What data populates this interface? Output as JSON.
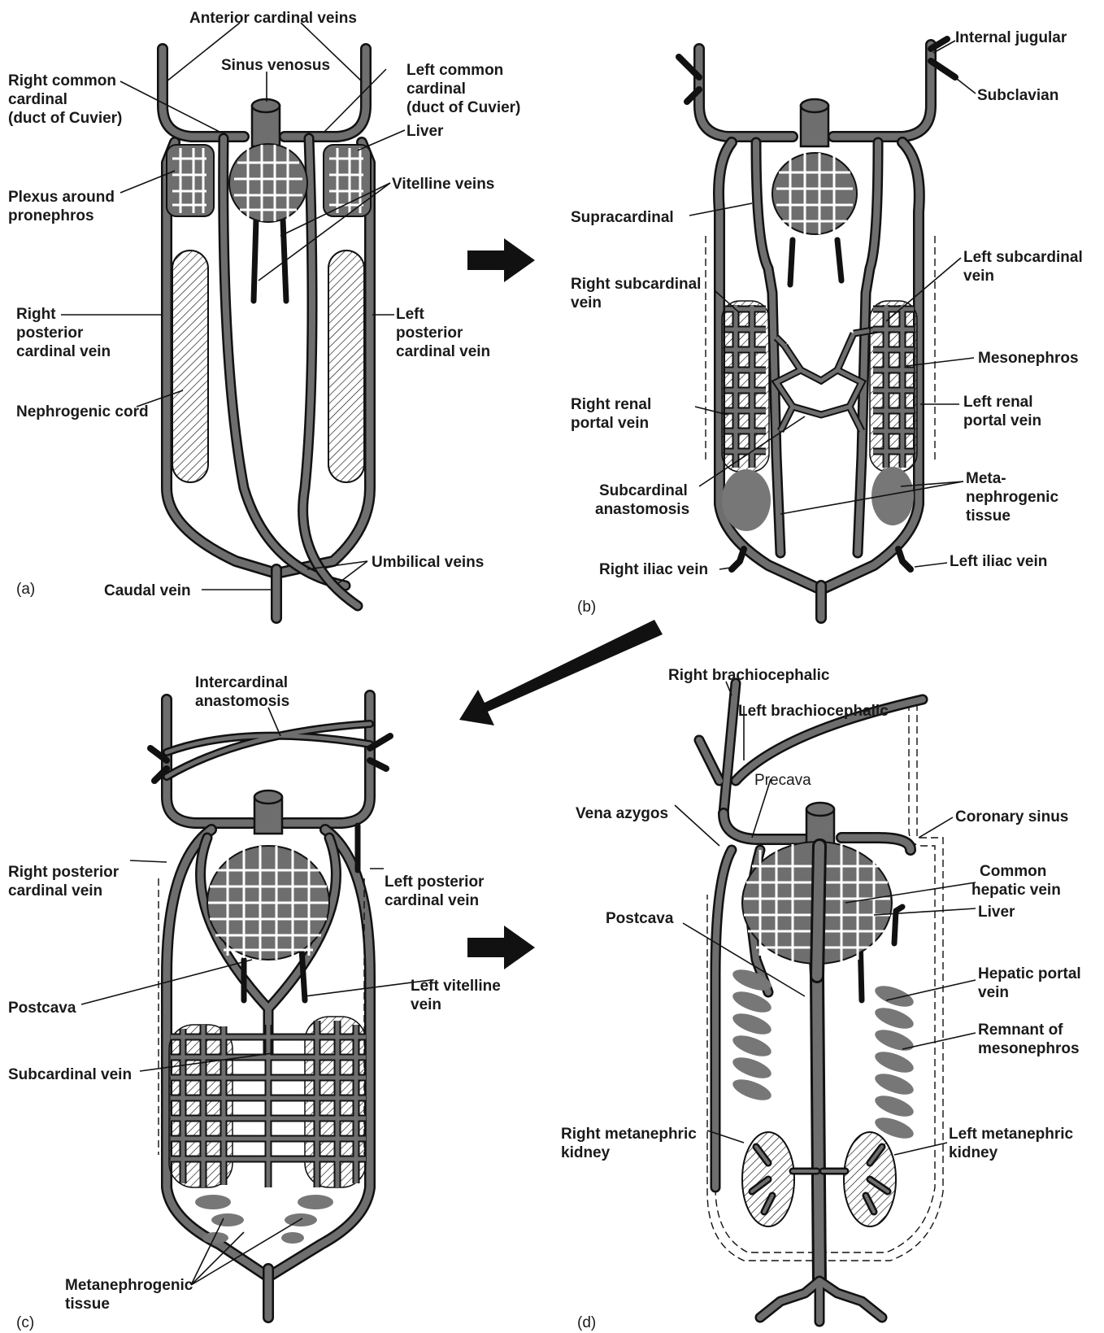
{
  "panels": {
    "a": {
      "tag": "(a)",
      "labels": {
        "anterior_cardinal": "Anterior cardinal veins",
        "sinus_venosus": "Sinus venosus",
        "right_common_1": "Right common",
        "right_common_2": "cardinal",
        "right_common_3": "(duct of Cuvier)",
        "left_common_1": "Left common",
        "left_common_2": "cardinal",
        "left_common_3": "(duct of Cuvier)",
        "liver": "Liver",
        "vitelline": "Vitelline veins",
        "plexus_1": "Plexus around",
        "plexus_2": "pronephros",
        "right_post_1": "Right",
        "right_post_2": "posterior",
        "right_post_3": "cardinal vein",
        "left_post_1": "Left",
        "left_post_2": "posterior",
        "left_post_3": "cardinal vein",
        "nephrogenic": "Nephrogenic cord",
        "umbilical": "Umbilical veins",
        "caudal": "Caudal vein"
      }
    },
    "b": {
      "tag": "(b)",
      "labels": {
        "internal_jugular": "Internal jugular",
        "subclavian": "Subclavian",
        "supracardinal": "Supracardinal",
        "left_subcardinal_1": "Left subcardinal",
        "left_subcardinal_2": "vein",
        "right_subcardinal_1": "Right subcardinal",
        "right_subcardinal_2": "vein",
        "mesonephros": "Mesonephros",
        "right_renal_1": "Right renal",
        "right_renal_2": "portal vein",
        "left_renal_1": "Left renal",
        "left_renal_2": "portal vein",
        "subcard_anast_1": "Subcardinal",
        "subcard_anast_2": "anastomosis",
        "meta_1": "Meta-",
        "meta_2": "nephrogenic",
        "meta_3": "tissue",
        "right_iliac": "Right iliac vein",
        "left_iliac": "Left iliac vein"
      }
    },
    "c": {
      "tag": "(c)",
      "labels": {
        "intercardinal_1": "Intercardinal",
        "intercardinal_2": "anastomosis",
        "right_post_1": "Right posterior",
        "right_post_2": "cardinal vein",
        "left_post_1": "Left posterior",
        "left_post_2": "cardinal vein",
        "left_vitelline_1": "Left vitelline",
        "left_vitelline_2": "vein",
        "postcava": "Postcava",
        "subcardinal": "Subcardinal vein",
        "metaneph_1": "Metanephrogenic",
        "metaneph_2": "tissue"
      }
    },
    "d": {
      "tag": "(d)",
      "labels": {
        "right_brachio": "Right brachiocephalic",
        "left_brachio": "Left brachiocephalic",
        "precava": "Precava",
        "vena_azygos": "Vena azygos",
        "coronary_sinus": "Coronary sinus",
        "common_hepatic_1": "Common",
        "common_hepatic_2": "hepatic vein",
        "postcava": "Postcava",
        "liver": "Liver",
        "hepatic_portal_1": "Hepatic portal",
        "hepatic_portal_2": "vein",
        "remnant_1": "Remnant of",
        "remnant_2": "mesonephros",
        "right_metaneph_1": "Right metanephric",
        "right_metaneph_2": "kidney",
        "left_metaneph_1": "Left metanephric",
        "left_metaneph_2": "kidney"
      }
    }
  },
  "colors": {
    "vein_fill": "#6e6e6e",
    "outline": "#111111",
    "tissue": "#777777"
  }
}
